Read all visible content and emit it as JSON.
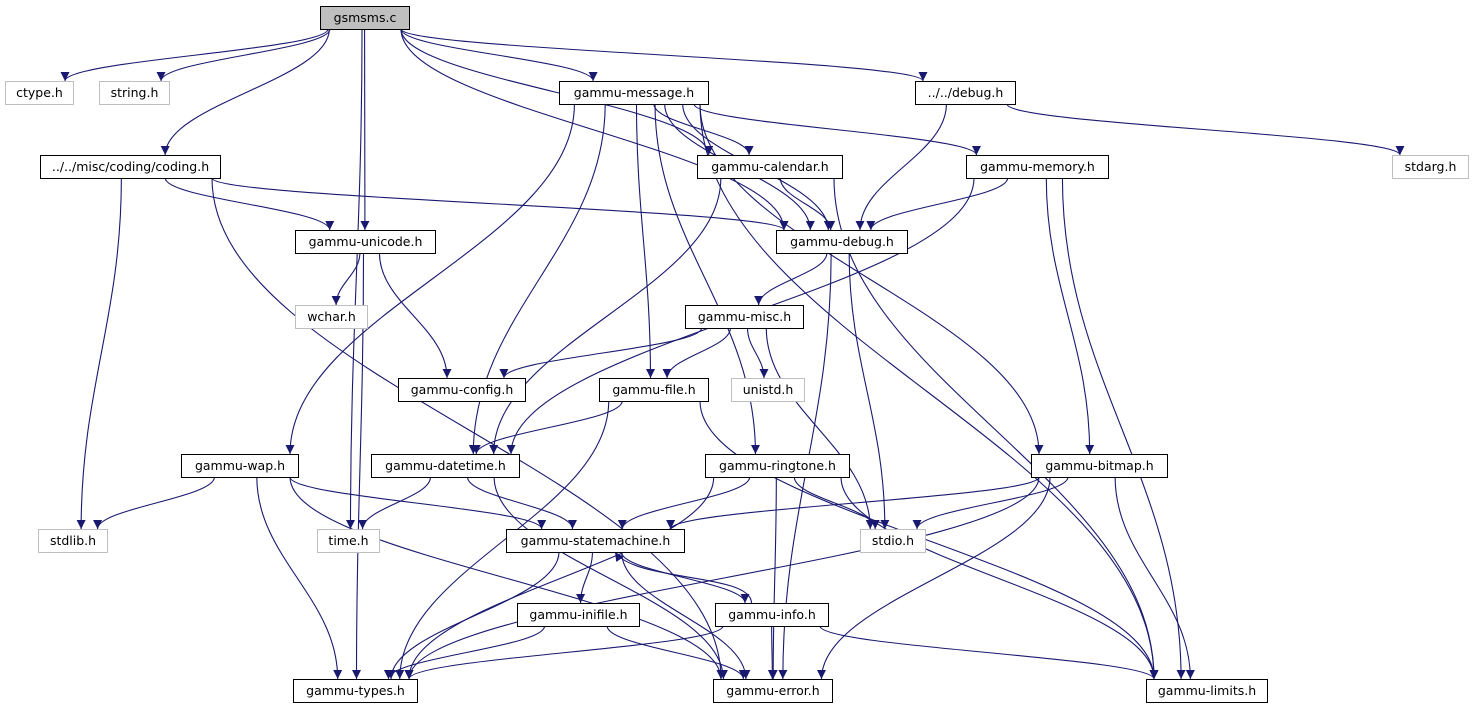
{
  "colors": {
    "edge": "#191970",
    "root_fill": "#bfbfbf",
    "system_border": "#bfbfbf",
    "project_border": "#000000"
  },
  "nodes": [
    {
      "id": "gsmsms",
      "label": "gsmsms.c",
      "kind": "root"
    },
    {
      "id": "ctype",
      "label": "ctype.h",
      "kind": "system"
    },
    {
      "id": "string",
      "label": "string.h",
      "kind": "system"
    },
    {
      "id": "gmessage",
      "label": "gammu-message.h",
      "kind": "project"
    },
    {
      "id": "debugrel",
      "label": "../../debug.h",
      "kind": "project"
    },
    {
      "id": "coding",
      "label": "../../misc/coding/coding.h",
      "kind": "project"
    },
    {
      "id": "gcalendar",
      "label": "gammu-calendar.h",
      "kind": "project"
    },
    {
      "id": "gmemory",
      "label": "gammu-memory.h",
      "kind": "project"
    },
    {
      "id": "stdarg",
      "label": "stdarg.h",
      "kind": "system"
    },
    {
      "id": "gunicode",
      "label": "gammu-unicode.h",
      "kind": "project"
    },
    {
      "id": "gdebug",
      "label": "gammu-debug.h",
      "kind": "project"
    },
    {
      "id": "wchar",
      "label": "wchar.h",
      "kind": "system"
    },
    {
      "id": "gmisc",
      "label": "gammu-misc.h",
      "kind": "project"
    },
    {
      "id": "gconfig",
      "label": "gammu-config.h",
      "kind": "project"
    },
    {
      "id": "gfile",
      "label": "gammu-file.h",
      "kind": "project"
    },
    {
      "id": "unistd",
      "label": "unistd.h",
      "kind": "system"
    },
    {
      "id": "gwap",
      "label": "gammu-wap.h",
      "kind": "project"
    },
    {
      "id": "gdatetime",
      "label": "gammu-datetime.h",
      "kind": "project"
    },
    {
      "id": "gringtone",
      "label": "gammu-ringtone.h",
      "kind": "project"
    },
    {
      "id": "gbitmap",
      "label": "gammu-bitmap.h",
      "kind": "project"
    },
    {
      "id": "stdlib",
      "label": "stdlib.h",
      "kind": "system"
    },
    {
      "id": "time",
      "label": "time.h",
      "kind": "system"
    },
    {
      "id": "gstatemachine",
      "label": "gammu-statemachine.h",
      "kind": "project"
    },
    {
      "id": "stdio",
      "label": "stdio.h",
      "kind": "system"
    },
    {
      "id": "ginifile",
      "label": "gammu-inifile.h",
      "kind": "project"
    },
    {
      "id": "ginfo",
      "label": "gammu-info.h",
      "kind": "project"
    },
    {
      "id": "gtypes",
      "label": "gammu-types.h",
      "kind": "project"
    },
    {
      "id": "gerror",
      "label": "gammu-error.h",
      "kind": "project"
    },
    {
      "id": "glimits",
      "label": "gammu-limits.h",
      "kind": "project"
    }
  ],
  "edges": [
    [
      "gsmsms",
      "ctype"
    ],
    [
      "gsmsms",
      "string"
    ],
    [
      "gsmsms",
      "gmessage"
    ],
    [
      "gsmsms",
      "debugrel"
    ],
    [
      "gsmsms",
      "coding"
    ],
    [
      "gsmsms",
      "gunicode"
    ],
    [
      "gsmsms",
      "time"
    ],
    [
      "gsmsms",
      "gcalendar"
    ],
    [
      "gsmsms",
      "gdebug"
    ],
    [
      "gmessage",
      "gcalendar"
    ],
    [
      "gmessage",
      "gmemory"
    ],
    [
      "gmessage",
      "gdebug"
    ],
    [
      "gmessage",
      "gfile"
    ],
    [
      "gmessage",
      "gdatetime"
    ],
    [
      "gmessage",
      "gwap"
    ],
    [
      "gmessage",
      "gringtone"
    ],
    [
      "gmessage",
      "gbitmap"
    ],
    [
      "gmessage",
      "glimits"
    ],
    [
      "gmessage",
      "gdebug"
    ],
    [
      "debugrel",
      "gdebug"
    ],
    [
      "debugrel",
      "stdarg"
    ],
    [
      "coding",
      "gunicode"
    ],
    [
      "coding",
      "gdebug"
    ],
    [
      "coding",
      "stdlib"
    ],
    [
      "coding",
      "gerror"
    ],
    [
      "gcalendar",
      "gdebug"
    ],
    [
      "gcalendar",
      "gdatetime"
    ],
    [
      "gcalendar",
      "glimits"
    ],
    [
      "gmemory",
      "gdebug"
    ],
    [
      "gmemory",
      "gdatetime"
    ],
    [
      "gmemory",
      "gbitmap"
    ],
    [
      "gmemory",
      "glimits"
    ],
    [
      "gunicode",
      "wchar"
    ],
    [
      "gunicode",
      "gconfig"
    ],
    [
      "gunicode",
      "gtypes"
    ],
    [
      "gdebug",
      "gmisc"
    ],
    [
      "gdebug",
      "stdio"
    ],
    [
      "gdebug",
      "gerror"
    ],
    [
      "gmisc",
      "gconfig"
    ],
    [
      "gmisc",
      "gfile"
    ],
    [
      "gmisc",
      "unistd"
    ],
    [
      "gmisc",
      "stdio"
    ],
    [
      "gfile",
      "gdatetime"
    ],
    [
      "gfile",
      "gtypes"
    ],
    [
      "gfile",
      "glimits"
    ],
    [
      "gwap",
      "stdlib"
    ],
    [
      "gwap",
      "gstatemachine"
    ],
    [
      "gwap",
      "gtypes"
    ],
    [
      "gwap",
      "gerror"
    ],
    [
      "gdatetime",
      "time"
    ],
    [
      "gdatetime",
      "gstatemachine"
    ],
    [
      "gdatetime",
      "gerror"
    ],
    [
      "gringtone",
      "gstatemachine"
    ],
    [
      "gringtone",
      "stdio"
    ],
    [
      "gringtone",
      "gtypes"
    ],
    [
      "gringtone",
      "gerror"
    ],
    [
      "gringtone",
      "glimits"
    ],
    [
      "gbitmap",
      "gstatemachine"
    ],
    [
      "gbitmap",
      "stdio"
    ],
    [
      "gbitmap",
      "gtypes"
    ],
    [
      "gbitmap",
      "gerror"
    ],
    [
      "gbitmap",
      "glimits"
    ],
    [
      "gstatemachine",
      "ginifile"
    ],
    [
      "gstatemachine",
      "ginfo"
    ],
    [
      "gstatemachine",
      "gtypes"
    ],
    [
      "gstatemachine",
      "gerror"
    ],
    [
      "ginifile",
      "gtypes"
    ],
    [
      "ginifile",
      "gerror"
    ],
    [
      "ginfo",
      "gstatemachine"
    ],
    [
      "ginfo",
      "gtypes"
    ],
    [
      "ginfo",
      "gerror"
    ],
    [
      "ginfo",
      "glimits"
    ]
  ]
}
